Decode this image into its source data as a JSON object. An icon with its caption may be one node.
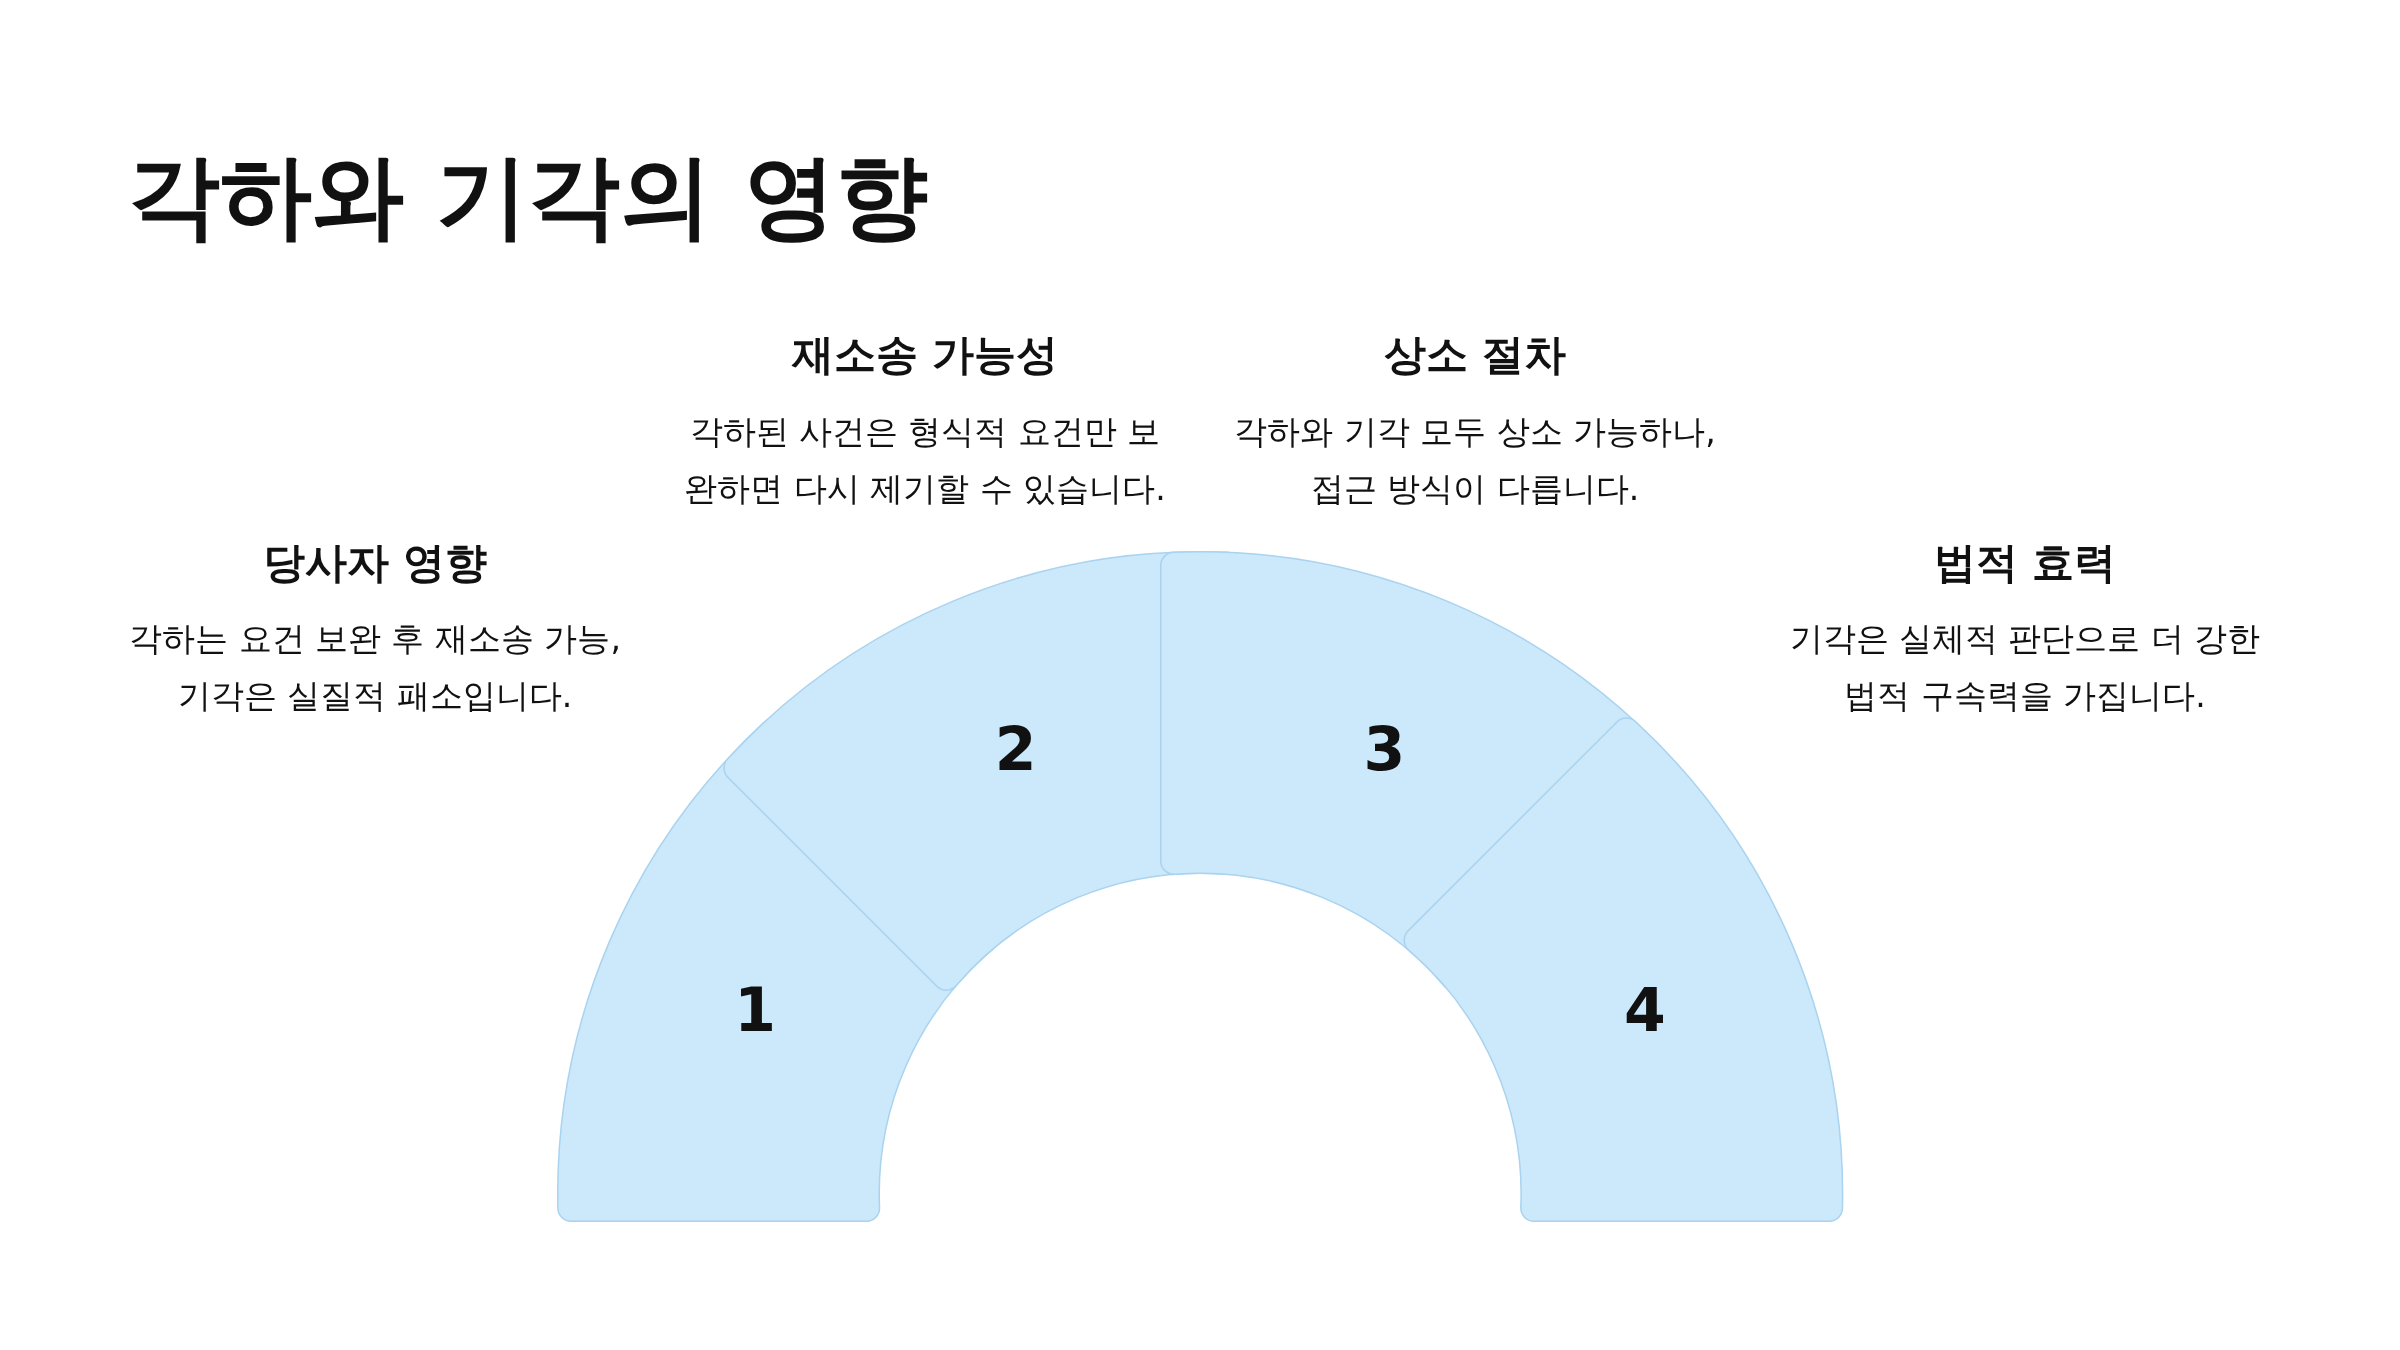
{
  "diagram": {
    "title": "각하와 기각의 영향",
    "nodes": [
      {
        "text": [
          "1"
        ],
        "beside": [
          "당사자 영향",
          "각하는 요건 보완 후 재소송 가능, 기각은 실질적 패소입니다."
        ]
      },
      {
        "text": [
          "2"
        ],
        "beside": [
          "재소송 가능성",
          "각하된 사건은 형식적 요건만 보완하면 다시 제기할 수 있습니다."
        ]
      },
      {
        "text": [
          "3"
        ],
        "beside": [
          "상소 절차",
          "각하와 기각 모두 상소 가능하나, 접근 방식이 다릅니다."
        ]
      },
      {
        "text": [
          "4"
        ],
        "beside": [
          "법적 효력",
          "기각은 실체적 판단으로 더 강한 법적 구속력을 가집니다."
        ]
      }
    ]
  }
}
